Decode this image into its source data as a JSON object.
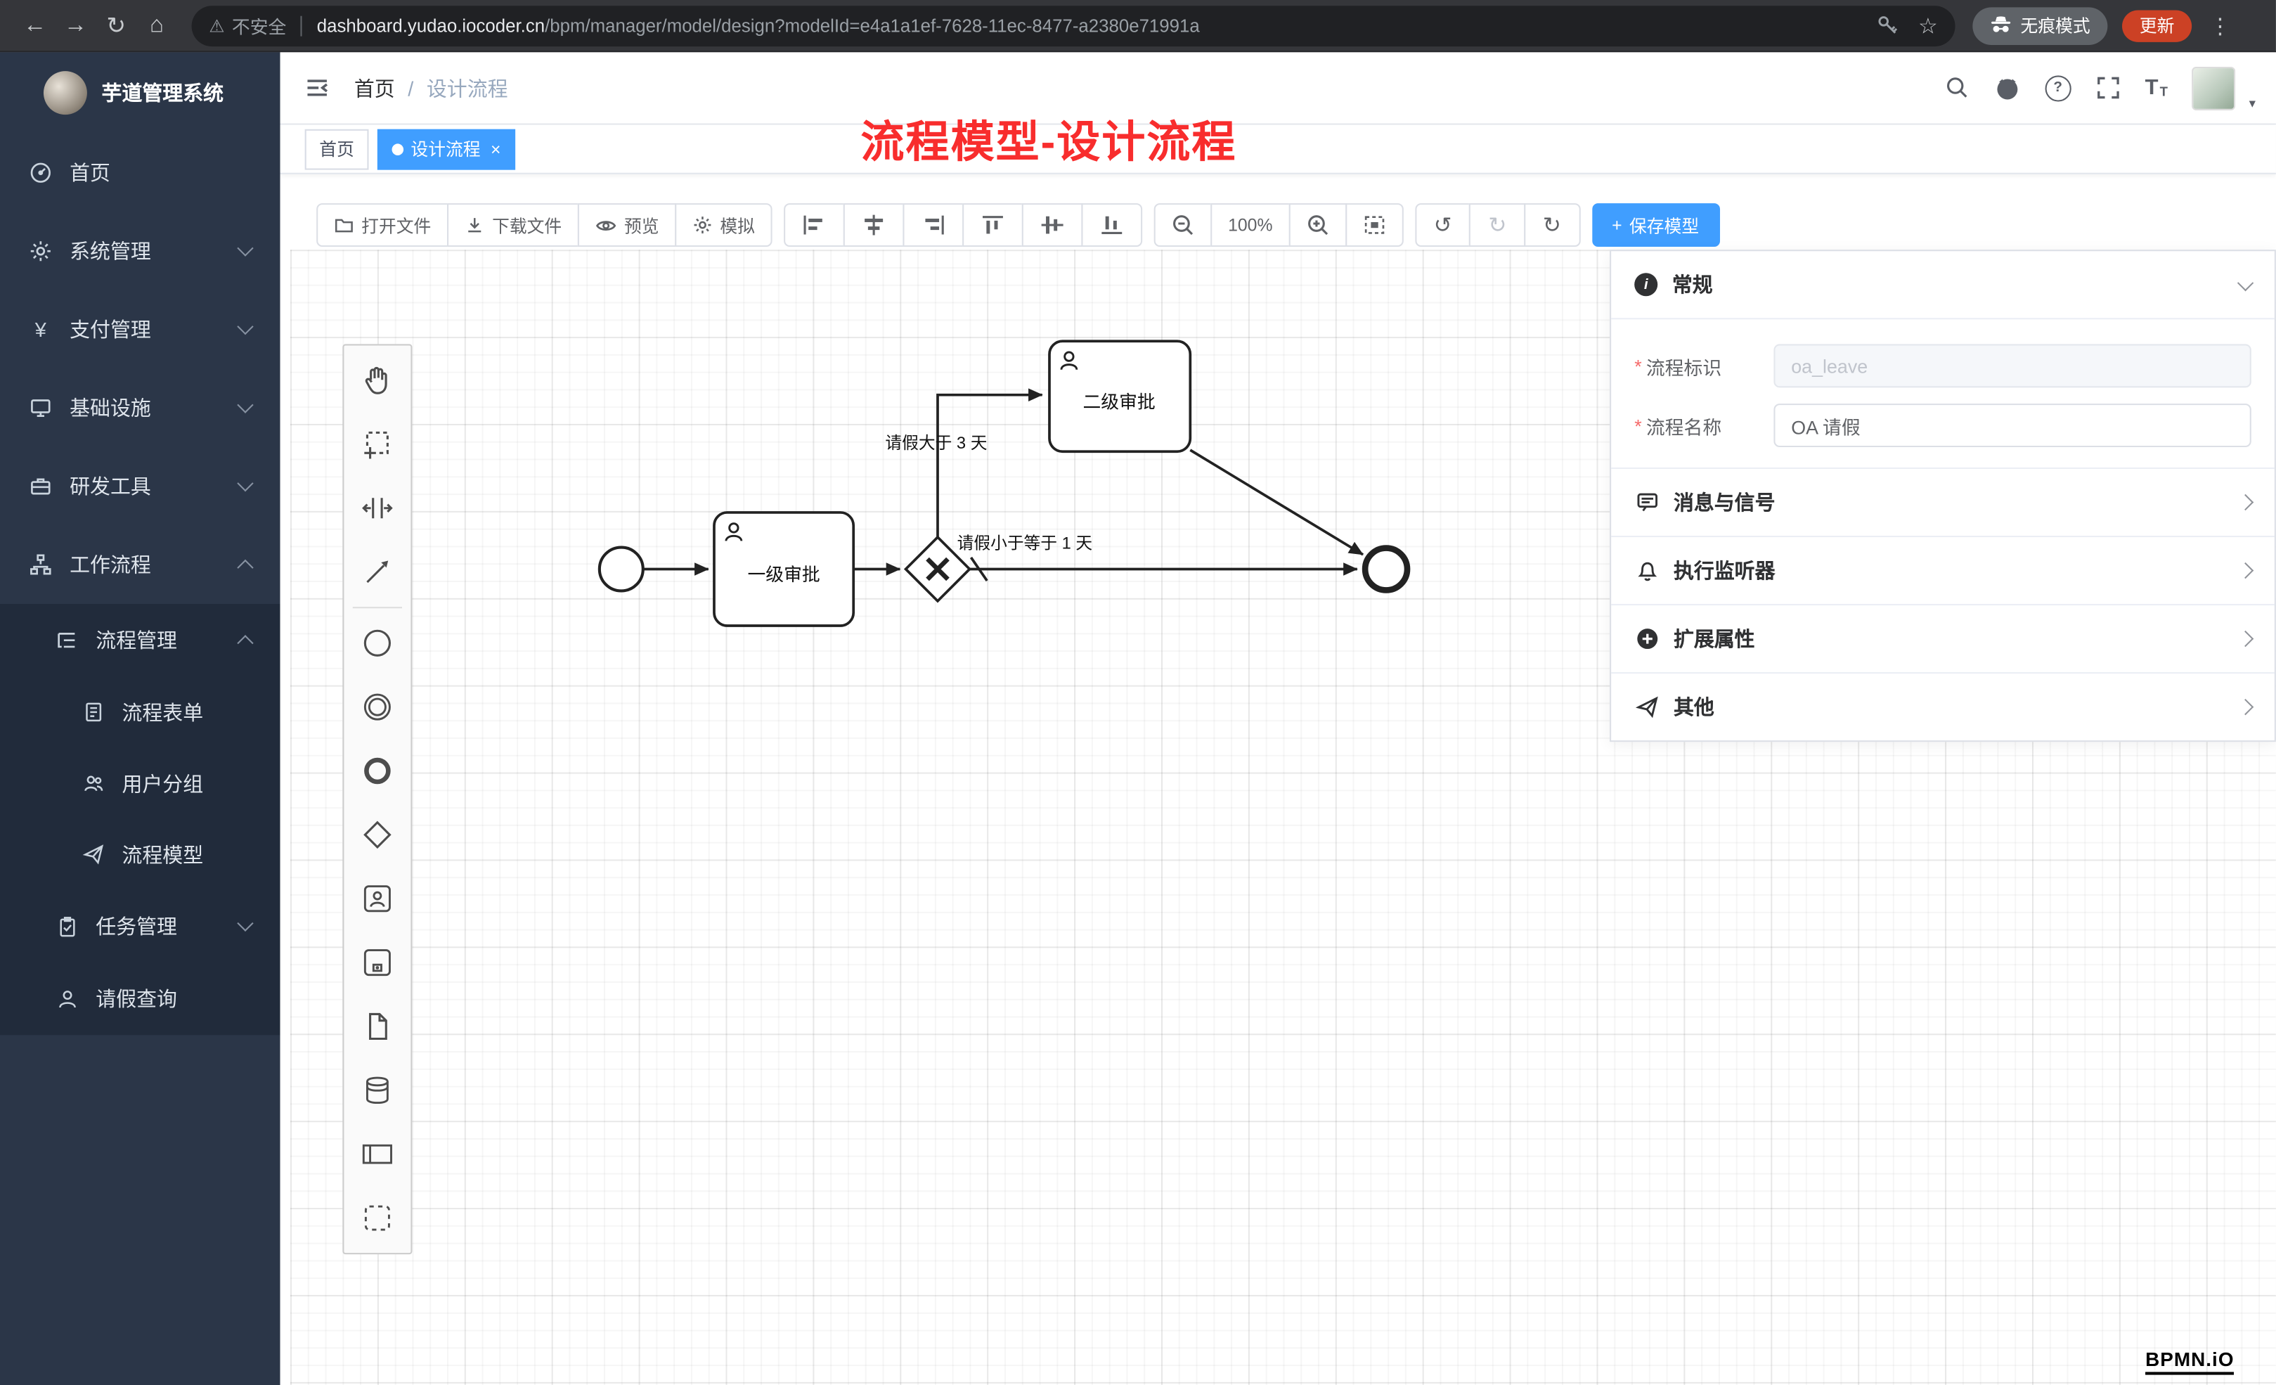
{
  "browser": {
    "back": "←",
    "forward": "→",
    "reload": "↻",
    "home": "⌂",
    "warning_icon": "⚠",
    "security_label": "不安全",
    "url_domain": "dashboard.yudao.iocoder.cn",
    "url_path": "/bpm/manager/model/design?modelId=e4a1a1ef-7628-11ec-8477-a2380e71991a",
    "star_icon": "☆",
    "incognito_label": "无痕模式",
    "update_label": "更新",
    "menu_dots": "⋮"
  },
  "sidebar": {
    "app_title": "芋道管理系统",
    "payment_glyph": "¥",
    "items": [
      {
        "label": "首页"
      },
      {
        "label": "系统管理"
      },
      {
        "label": "支付管理"
      },
      {
        "label": "基础设施"
      },
      {
        "label": "研发工具"
      },
      {
        "label": "工作流程"
      }
    ],
    "submenu": {
      "process_mgmt": "流程管理",
      "children": [
        {
          "label": "流程表单"
        },
        {
          "label": "用户分组"
        },
        {
          "label": "流程模型"
        }
      ],
      "task_mgmt": "任务管理",
      "leave_query": "请假查询"
    }
  },
  "header": {
    "breadcrumb_home": "首页",
    "breadcrumb_sep": "/",
    "breadcrumb_current": "设计流程",
    "help_glyph": "?",
    "font_size_glyph": "T",
    "caret": "▾"
  },
  "annotation": "流程模型-设计流程",
  "tabs": [
    {
      "label": "首页"
    },
    {
      "label": "设计流程",
      "close": "×"
    }
  ],
  "toolbar": {
    "open_file": "打开文件",
    "download_file": "下载文件",
    "preview": "预览",
    "simulate": "模拟",
    "zoom_level": "100%",
    "undo": "↺",
    "redo": "↻",
    "refresh": "↻",
    "plus": "+",
    "save_model": "保存模型"
  },
  "diagram": {
    "task_level1": "一级审批",
    "task_level2": "二级审批",
    "flow_gt3": "请假大于 3 天",
    "flow_lte1": "请假小于等于 1 天"
  },
  "properties": {
    "general_title": "常规",
    "required_mark": "*",
    "process_key_label": "流程标识",
    "process_key_value": "oa_leave",
    "process_name_label": "流程名称",
    "process_name_value": "OA 请假",
    "message_signal": "消息与信号",
    "execution_listener": "执行监听器",
    "extended_attrs": "扩展属性",
    "other": "其他"
  },
  "watermark": "BPMN.iO",
  "colors": {
    "primary": "#409eff",
    "annotation_red": "#f82d2d",
    "sidebar_bg": "#2b3648",
    "browser_bar": "#35363a",
    "update_button": "#cc4125"
  }
}
